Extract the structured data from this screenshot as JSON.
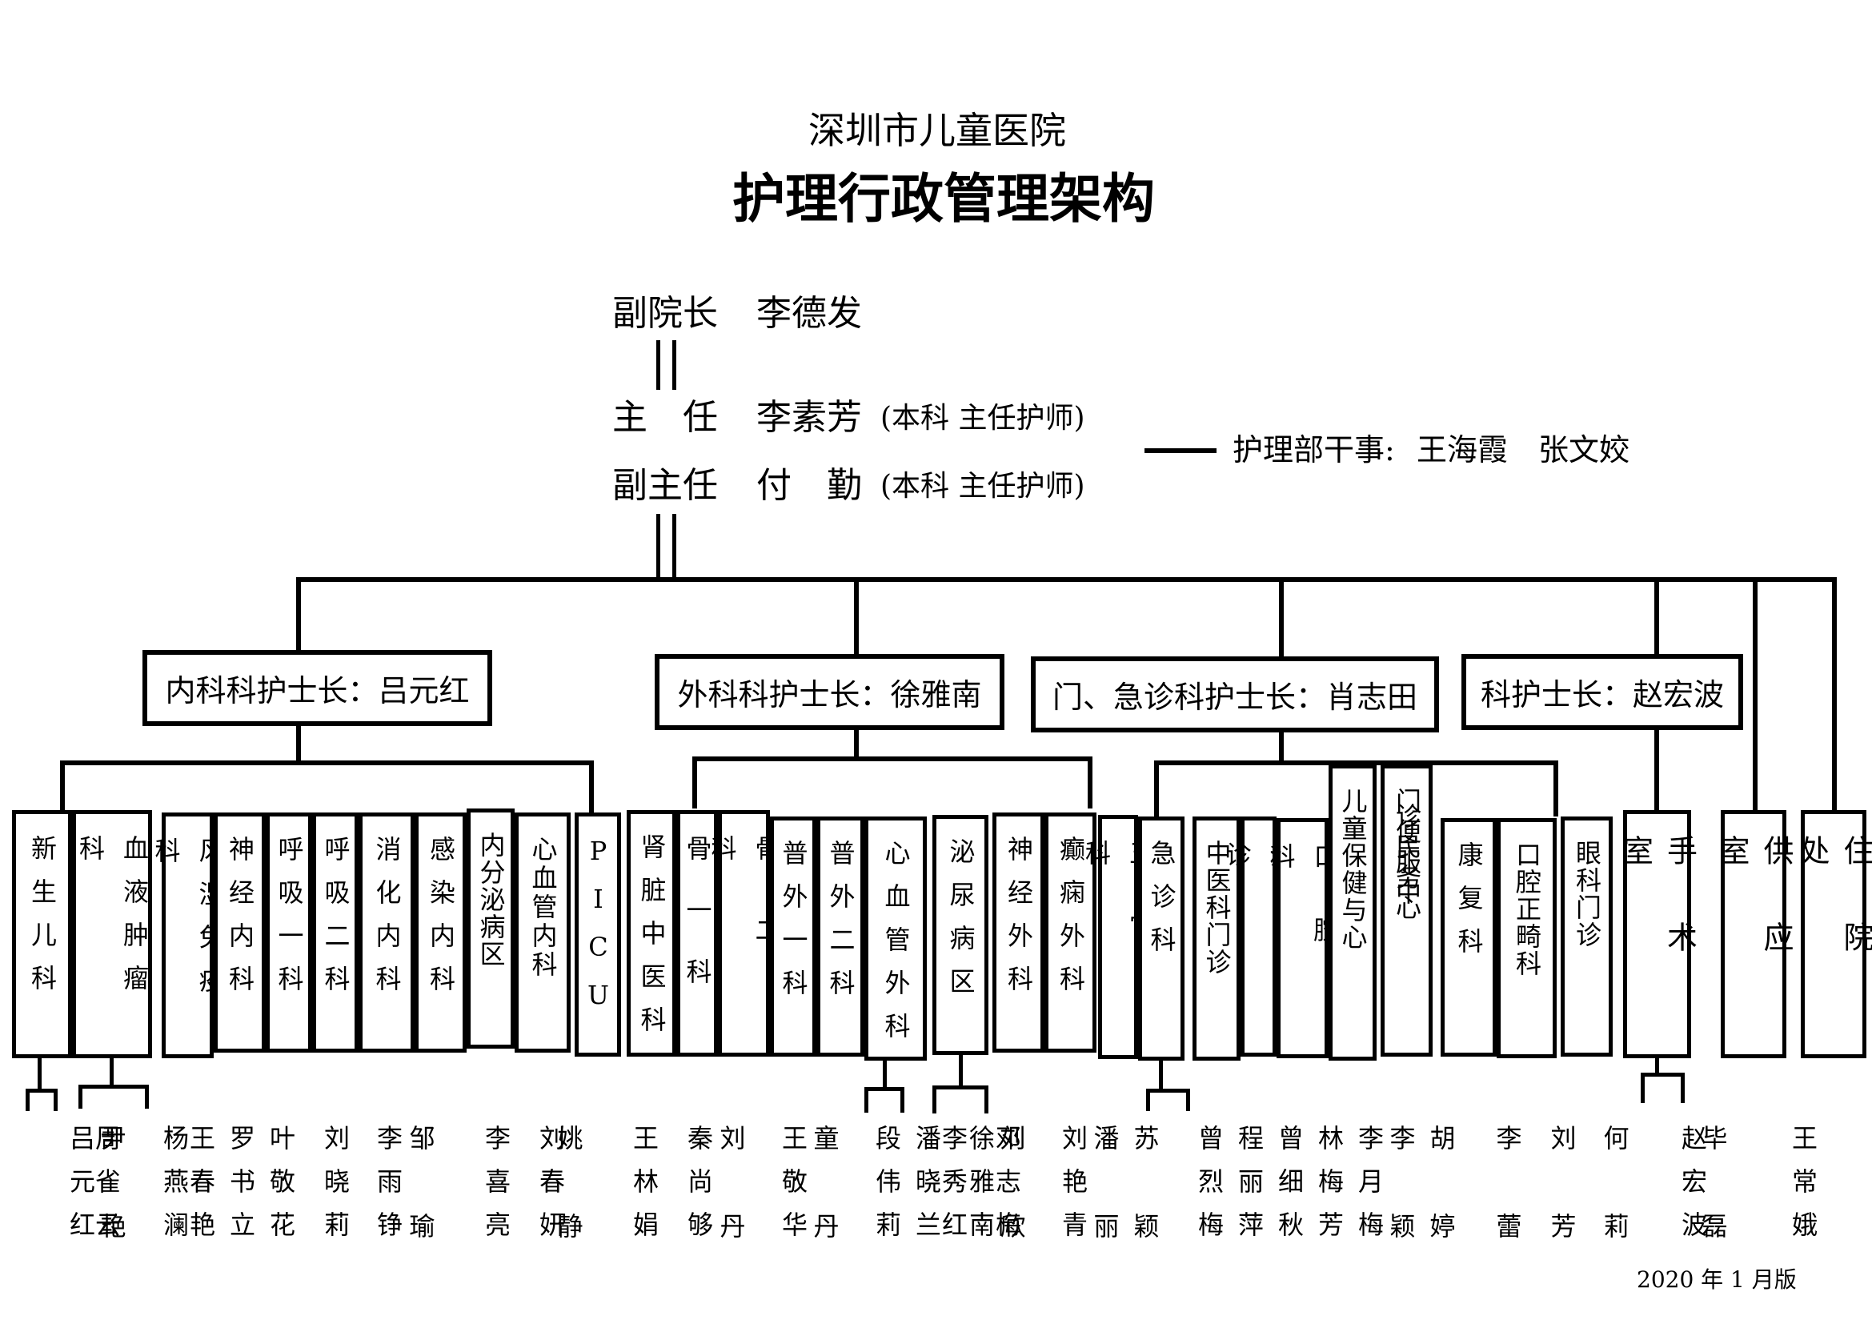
{
  "title": {
    "hospital": "深圳市儿童医院",
    "main": "护理行政管理架构"
  },
  "leadership": {
    "vp_title": "副院长",
    "vp_name": "李德发",
    "director_title": "主　任",
    "director_name": "李素芳",
    "director_note": "(本科  主任护师)",
    "deputy_title": "副主任",
    "deputy_name": "付　勤",
    "deputy_note": "(本科  主任护师)",
    "staff_label": "护理部干事:",
    "staff_names": "王海霞　张文姣"
  },
  "heads": [
    {
      "label": "内科科护士长：吕元红"
    },
    {
      "label": "外科科护士长：徐雅南"
    },
    {
      "label": "门、急诊科护士长：肖志田"
    },
    {
      "label": "科护士长：赵宏波"
    }
  ],
  "departments": [
    "新生儿科",
    "血液肿瘤科",
    "风湿免疫科",
    "神经内科",
    "呼吸一科",
    "呼吸二科",
    "消化内科",
    "感染内科",
    "内分泌病区",
    "心血管内科",
    "PICU",
    "肾脏中医科",
    "骨一科",
    "骨二科",
    "普外一科",
    "普外二科",
    "心血管外科",
    "泌尿病区",
    "神经外科",
    "癫痫外科",
    "五官科",
    "急诊科",
    "中医科门诊",
    "分诊",
    "口腔科",
    "儿童保健与心",
    "门诊便民服务中心",
    "康复科",
    "口腔正畸科",
    "眼科门诊",
    "手术室",
    "供应室",
    "住院处"
  ],
  "nurses": [
    "吕元红",
    "周雀云",
    "尹艳",
    "杨燕澜",
    "王春艳",
    "罗书立",
    "叶敬花",
    "刘晓莉",
    "李雨铮",
    "邹瑜",
    "李喜亮",
    "刘春妍",
    "姚静",
    "王林娟",
    "秦尚够",
    "刘丹",
    "王敬华",
    "童丹",
    "段伟莉",
    "潘晓兰",
    "李秀红",
    "徐雅南",
    "邓志梅",
    "刘欣",
    "刘艳青",
    "潘丽",
    "苏颖",
    "曾烈梅",
    "程丽萍",
    "曾细秋",
    "林梅芳",
    "李月梅",
    "李颖",
    "胡婷",
    "李蕾",
    "刘芳",
    "何莉",
    "赵宏波",
    "毕磊",
    "王常娥",
    "刘红艳"
  ],
  "edition": "2020 年 1 月版"
}
